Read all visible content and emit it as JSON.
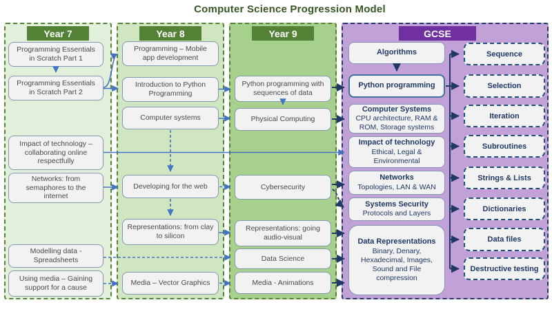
{
  "title": "Computer Science Progression Model",
  "year7": {
    "header": "Year 7",
    "boxes": [
      "Programming Essentials in Scratch Part 1",
      "Programming Essentials in Scratch Part 2",
      "Impact of technology – collaborating online respectfully",
      "Networks: from semaphores to the internet",
      "Modelling data - Spreadsheets",
      "Using media – Gaining support for a cause"
    ]
  },
  "year8": {
    "header": "Year 8",
    "boxes": [
      "Programming – Mobile app development",
      "Introduction to Python Programming",
      "Computer systems",
      "Developing for the web",
      "Representations: from clay to silicon",
      "Media – Vector Graphics"
    ]
  },
  "year9": {
    "header": "Year 9",
    "boxes": [
      "Python programming with sequences of data",
      "Physical Computing",
      "Cybersecurity",
      "Representations: going audio-visual",
      "Data Science",
      "Media - Animations"
    ]
  },
  "gcse": {
    "header": "GCSE",
    "topics": [
      {
        "title": "Algorithms",
        "subtitle": ""
      },
      {
        "title": "Python programming",
        "subtitle": ""
      },
      {
        "title": "Computer Systems",
        "subtitle": "CPU architecture, RAM & ROM, Storage systems"
      },
      {
        "title": "Impact of technology",
        "subtitle": "Ethical, Legal & Environmental"
      },
      {
        "title": "Networks",
        "subtitle": "Topologies, LAN & WAN"
      },
      {
        "title": "Systems Security",
        "subtitle": "Protocols and Layers"
      },
      {
        "title": "Data Representations",
        "subtitle": "Binary, Denary, Hexadecimal, Images, Sound and File compression"
      }
    ],
    "skills": [
      "Sequence",
      "Selection",
      "Iteration",
      "Subroutines",
      "Strings & Lists",
      "Dictionaries",
      "Data files",
      "Destructive testing"
    ]
  },
  "colors": {
    "title_green": "#375623",
    "header_green": "#538135",
    "header_purple": "#7030a0",
    "arrow_blue": "#4472c4",
    "arrow_navy": "#1f3864",
    "panel_year7": "#e2efda",
    "panel_year8": "#d0e6c0",
    "panel_year9": "#a8d08d",
    "panel_gcse": "#c2a0d8"
  }
}
